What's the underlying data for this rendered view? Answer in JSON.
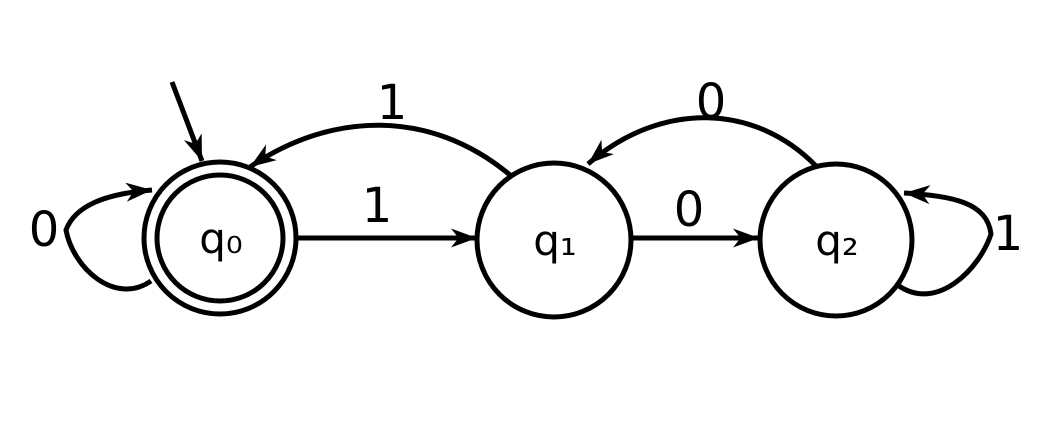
{
  "diagram": {
    "kind": "finite-state-automaton",
    "colors": {
      "stroke": "#000000",
      "background": "#ffffff"
    },
    "states": [
      {
        "id": "q0",
        "label": "q₀",
        "accepting": true,
        "start": true
      },
      {
        "id": "q1",
        "label": "q₁",
        "accepting": false,
        "start": false
      },
      {
        "id": "q2",
        "label": "q₂",
        "accepting": false,
        "start": false
      }
    ],
    "transitions": [
      {
        "from": "q0",
        "to": "q0",
        "symbol": "0"
      },
      {
        "from": "q0",
        "to": "q1",
        "symbol": "1"
      },
      {
        "from": "q1",
        "to": "q0",
        "symbol": "1"
      },
      {
        "from": "q1",
        "to": "q2",
        "symbol": "0"
      },
      {
        "from": "q2",
        "to": "q1",
        "symbol": "0"
      },
      {
        "from": "q2",
        "to": "q2",
        "symbol": "1"
      }
    ]
  }
}
